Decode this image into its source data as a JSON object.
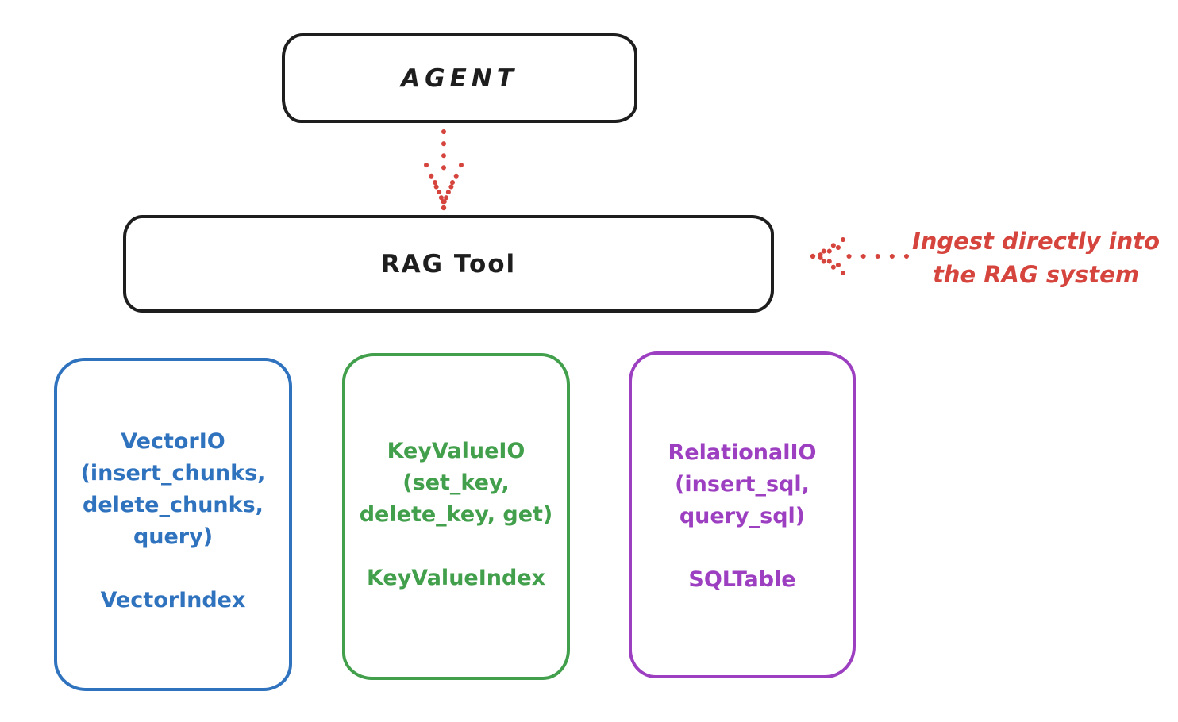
{
  "agent_box": {
    "label": "AGENT"
  },
  "rag_tool_box": {
    "label": "RAG Tool"
  },
  "ingest_annotation": {
    "line1": "Ingest directly into",
    "line2": "the RAG system"
  },
  "io_boxes": [
    {
      "title": "VectorIO",
      "methods": [
        "(insert_chunks,",
        "delete_chunks,",
        "query)"
      ],
      "index_label": "VectorIndex",
      "color": "#2f72be"
    },
    {
      "title": "KeyValueIO",
      "methods": [
        "(set_key,",
        "delete_key, get)"
      ],
      "index_label": "KeyValueIndex",
      "color": "#429f4b"
    },
    {
      "title": "RelationalIO",
      "methods": [
        "(insert_sql,",
        "query_sql)"
      ],
      "index_label": "SQLTable",
      "color": "#9d3fc1"
    }
  ],
  "colors": {
    "stroke_black": "#1e1e1e",
    "annotation_red": "#d5453e"
  }
}
